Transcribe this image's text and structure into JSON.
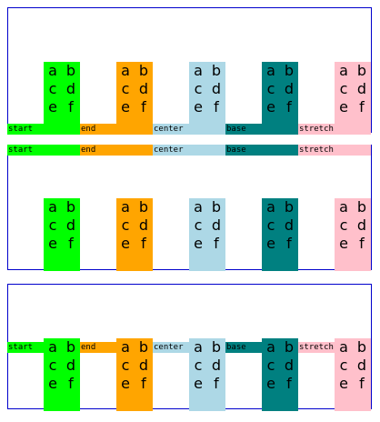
{
  "panels": [
    {
      "items": [
        {
          "label": "start",
          "color": "#00ff00"
        },
        {
          "label": "end",
          "color": "#ffa500"
        },
        {
          "label": "center",
          "color": "#add8e6"
        },
        {
          "label": "base",
          "color": "#008080"
        },
        {
          "label": "stretch",
          "color": "#ffc0cb"
        }
      ]
    },
    {
      "items": [
        {
          "label": "start",
          "color": "#00ff00"
        },
        {
          "label": "end",
          "color": "#ffa500"
        },
        {
          "label": "center",
          "color": "#add8e6"
        },
        {
          "label": "base",
          "color": "#008080"
        },
        {
          "label": "stretch",
          "color": "#ffc0cb"
        }
      ]
    },
    {
      "items": [
        {
          "label": "start",
          "color": "#00ff00"
        },
        {
          "label": "end",
          "color": "#ffa500"
        },
        {
          "label": "center",
          "color": "#add8e6"
        },
        {
          "label": "base",
          "color": "#008080"
        },
        {
          "label": "stretch",
          "color": "#ffc0cb"
        }
      ]
    }
  ],
  "letters": [
    "a",
    "b",
    "c",
    "d",
    "e",
    "f"
  ]
}
